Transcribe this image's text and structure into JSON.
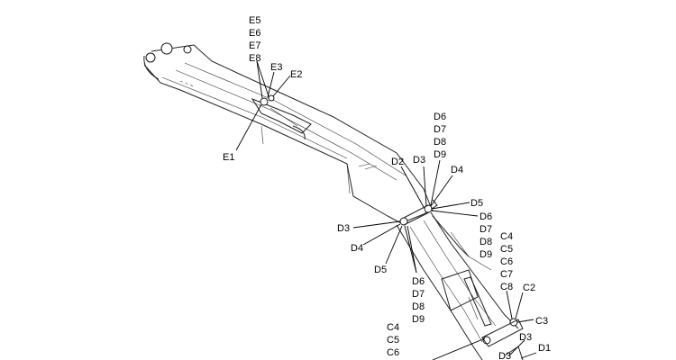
{
  "callouts": {
    "e_stack": [
      "E5",
      "E6",
      "E7",
      "E8"
    ],
    "e3": "E3",
    "e2": "E2",
    "e1": "E1",
    "d_top_stack": [
      "D6",
      "D7",
      "D8",
      "D9"
    ],
    "d2": "D2",
    "d3_top": "D3",
    "d4_top": "D4",
    "d5_right": "D5",
    "d_right_stack": [
      "D6",
      "D7",
      "D8",
      "D9"
    ],
    "d3_left": "D3",
    "d4_left": "D4",
    "d5_left": "D5",
    "d_mid_stack": [
      "D6",
      "D7",
      "D8",
      "D9"
    ],
    "c_right_stack": [
      "C4",
      "C5",
      "C6",
      "C7",
      "C8"
    ],
    "c2": "C2",
    "c3": "C3",
    "c_left_stack": [
      "C4",
      "C5",
      "C6"
    ],
    "d3_bottom_a": "D3",
    "d1": "D1",
    "d3_bottom_b": "D3"
  }
}
